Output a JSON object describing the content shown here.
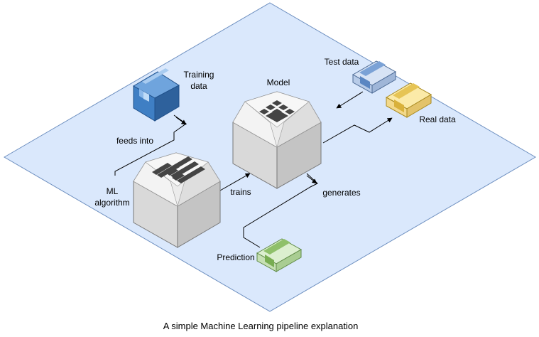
{
  "caption": "A simple Machine Learning pipeline explanation",
  "nodes": {
    "training_data": {
      "label_line1": "Training",
      "label_line2": "data",
      "color": "#3f7fc4"
    },
    "test_data": {
      "label": "Test data",
      "color": "#b7cbe8"
    },
    "real_data": {
      "label": "Real data",
      "color": "#f3d98a"
    },
    "prediction": {
      "label": "Prediction",
      "color": "#c6e0b4"
    },
    "ml_algorithm": {
      "label_line1": "ML",
      "label_line2": "algorithm"
    },
    "model": {
      "label": "Model"
    }
  },
  "edges": {
    "feeds_into": "feeds into",
    "trains": "trains",
    "generates": "generates"
  },
  "colors": {
    "plane_fill": "#dae8fc",
    "plane_stroke": "#6c8ebf",
    "server_light": "#e6e6e6",
    "server_mid": "#d0d0d0",
    "server_dark": "#b8b8b8",
    "icon": "#444444"
  }
}
